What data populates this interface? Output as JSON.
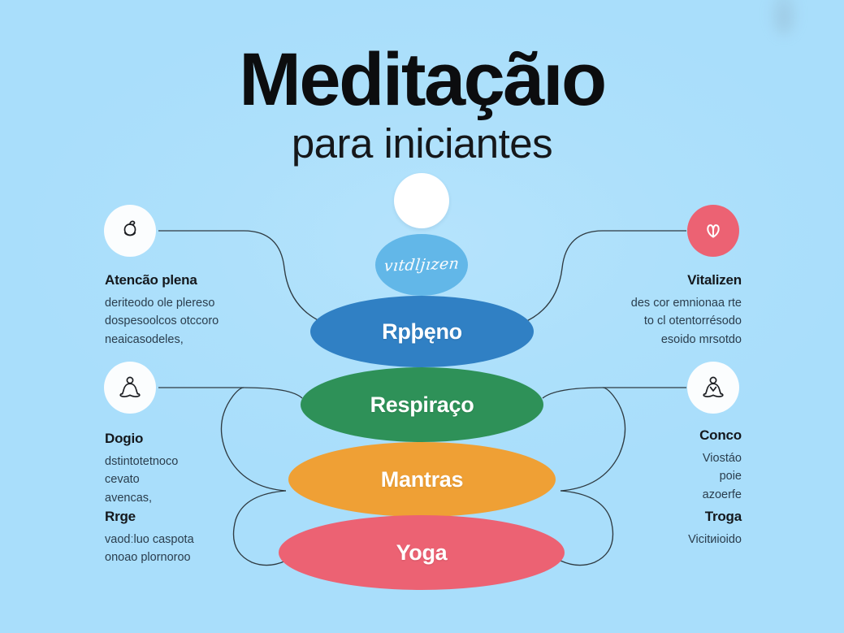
{
  "poster": {
    "background_color": "#aee0fb",
    "title": "Meditaçãıo",
    "subtitle": "para iniciantes"
  },
  "center_stack": {
    "nodes": [
      {
        "id": "head",
        "label": "",
        "color": "#ffffff",
        "shape": "circle"
      },
      {
        "id": "vitalize",
        "label": "vıtdljızen",
        "color": "#62b7e8",
        "shape": "ellipse",
        "style": "script"
      },
      {
        "id": "repouso",
        "label": "Rpþęno",
        "color": "#3080c4",
        "shape": "ellipse"
      },
      {
        "id": "respiracao",
        "label": "Respiraço",
        "color": "#2e9158",
        "shape": "ellipse"
      },
      {
        "id": "mantras",
        "label": "Mantras",
        "color": "#efa035",
        "shape": "ellipse"
      },
      {
        "id": "yoga",
        "label": "Yoga",
        "color": "#ec6273",
        "shape": "ellipse"
      }
    ]
  },
  "badges": [
    {
      "id": "mindfulness",
      "icon": "lotus-sprout-icon",
      "fill": "#fbfdfe",
      "stroke": "#1b1d21"
    },
    {
      "id": "breath",
      "icon": "meditating-person-icon",
      "fill": "#fbfdfe",
      "stroke": "#1b1d21"
    },
    {
      "id": "vitalize",
      "icon": "lotus-petals-icon",
      "fill": "#ec6273",
      "stroke": "#ffffff"
    },
    {
      "id": "focus",
      "icon": "meditating-person-icon",
      "fill": "#fbfdfe",
      "stroke": "#1b1d21"
    }
  ],
  "left_blocks": [
    {
      "id": "mindfulness",
      "heading": "Atencão plena",
      "lines": [
        "deriteodo ole plereso",
        "dospesoolcos otccoro",
        "neaicasodeles,"
      ]
    },
    {
      "id": "diario",
      "heading": "Dogio",
      "lines": [
        "dstintotetnoco",
        "cevato",
        "avencas,"
      ]
    },
    {
      "id": "regra",
      "heading": "Rrge",
      "lines": [
        "vaodːluo caspota",
        "onoao plornoroo"
      ]
    }
  ],
  "right_blocks": [
    {
      "id": "vitalizen",
      "heading": "Vitalizen",
      "lines": [
        "des cor emnionaa rte",
        "to cl otentorrésodo",
        "esoido mrsotdo"
      ]
    },
    {
      "id": "conco",
      "heading": "Conco",
      "lines": [
        "Viostáo",
        "poie",
        "azoerfe"
      ]
    },
    {
      "id": "troga",
      "heading": "Troga",
      "lines": [
        "Vicitиioido"
      ]
    }
  ],
  "connector_color": "#2f3b42"
}
